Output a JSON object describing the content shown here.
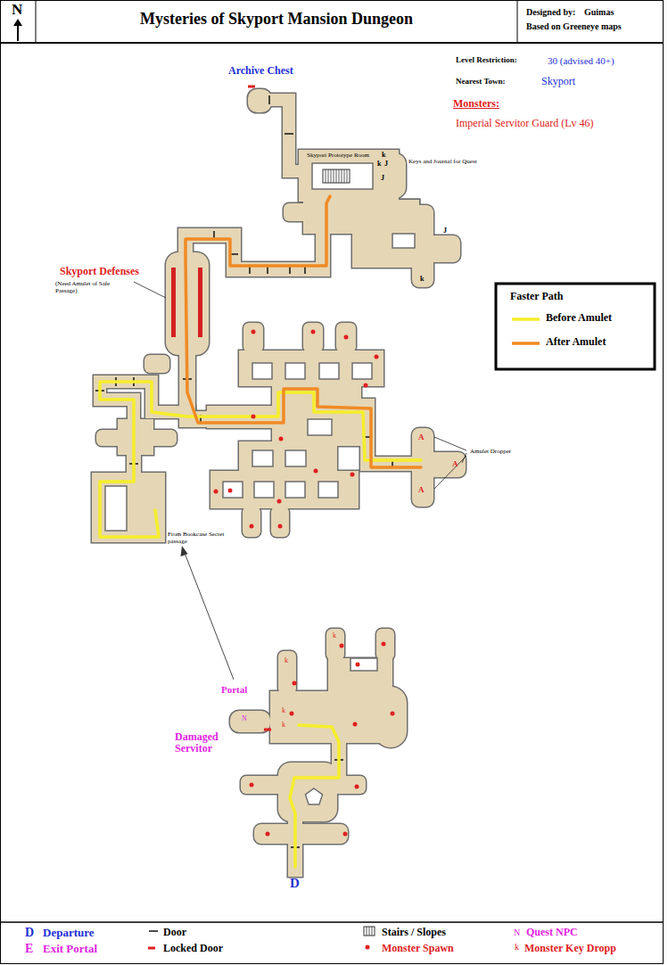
{
  "diagram": {
    "title": "Mysteries of Skyport Mansion Dungeon",
    "nodes": [
      {
        "text": [
          "Skyport Prototype Room"
        ]
      }
    ],
    "labels": [
      "N",
      "Designed by:",
      "Guimas",
      "Based on Greeneye maps",
      "Level Restriction:",
      "30 (advised 40+)",
      "Nearest Town:",
      "Skyport",
      "Monsters:",
      "Imperial Servitor Guard (Lv 46)",
      "Archive Chest",
      "Keys and Journal for Quest",
      "k",
      "k",
      "J",
      "J",
      "J",
      "k",
      "Skyport Defenses",
      "(Need Amulet of Safe Passage)",
      "Faster Path",
      "Amulet Dropper",
      "A",
      "A",
      "A",
      "From Bookcase Secret passage",
      "Portal",
      "Damaged Servitor",
      "N",
      "k",
      "k",
      "k",
      "k",
      "D",
      "D",
      "E",
      "N",
      "k"
    ],
    "legend": [
      {
        "text": "Before Amulet"
      },
      {
        "text": "After Amulet"
      },
      {
        "text": "Departure"
      },
      {
        "text": "Exit Portal"
      },
      {
        "text": "Door"
      },
      {
        "text": "Locked Door"
      },
      {
        "text": "Stairs / Slopes"
      },
      {
        "text": "Monster Spawn"
      },
      {
        "text": "Quest NPC"
      },
      {
        "text": "Monster Key Dropp"
      }
    ]
  }
}
